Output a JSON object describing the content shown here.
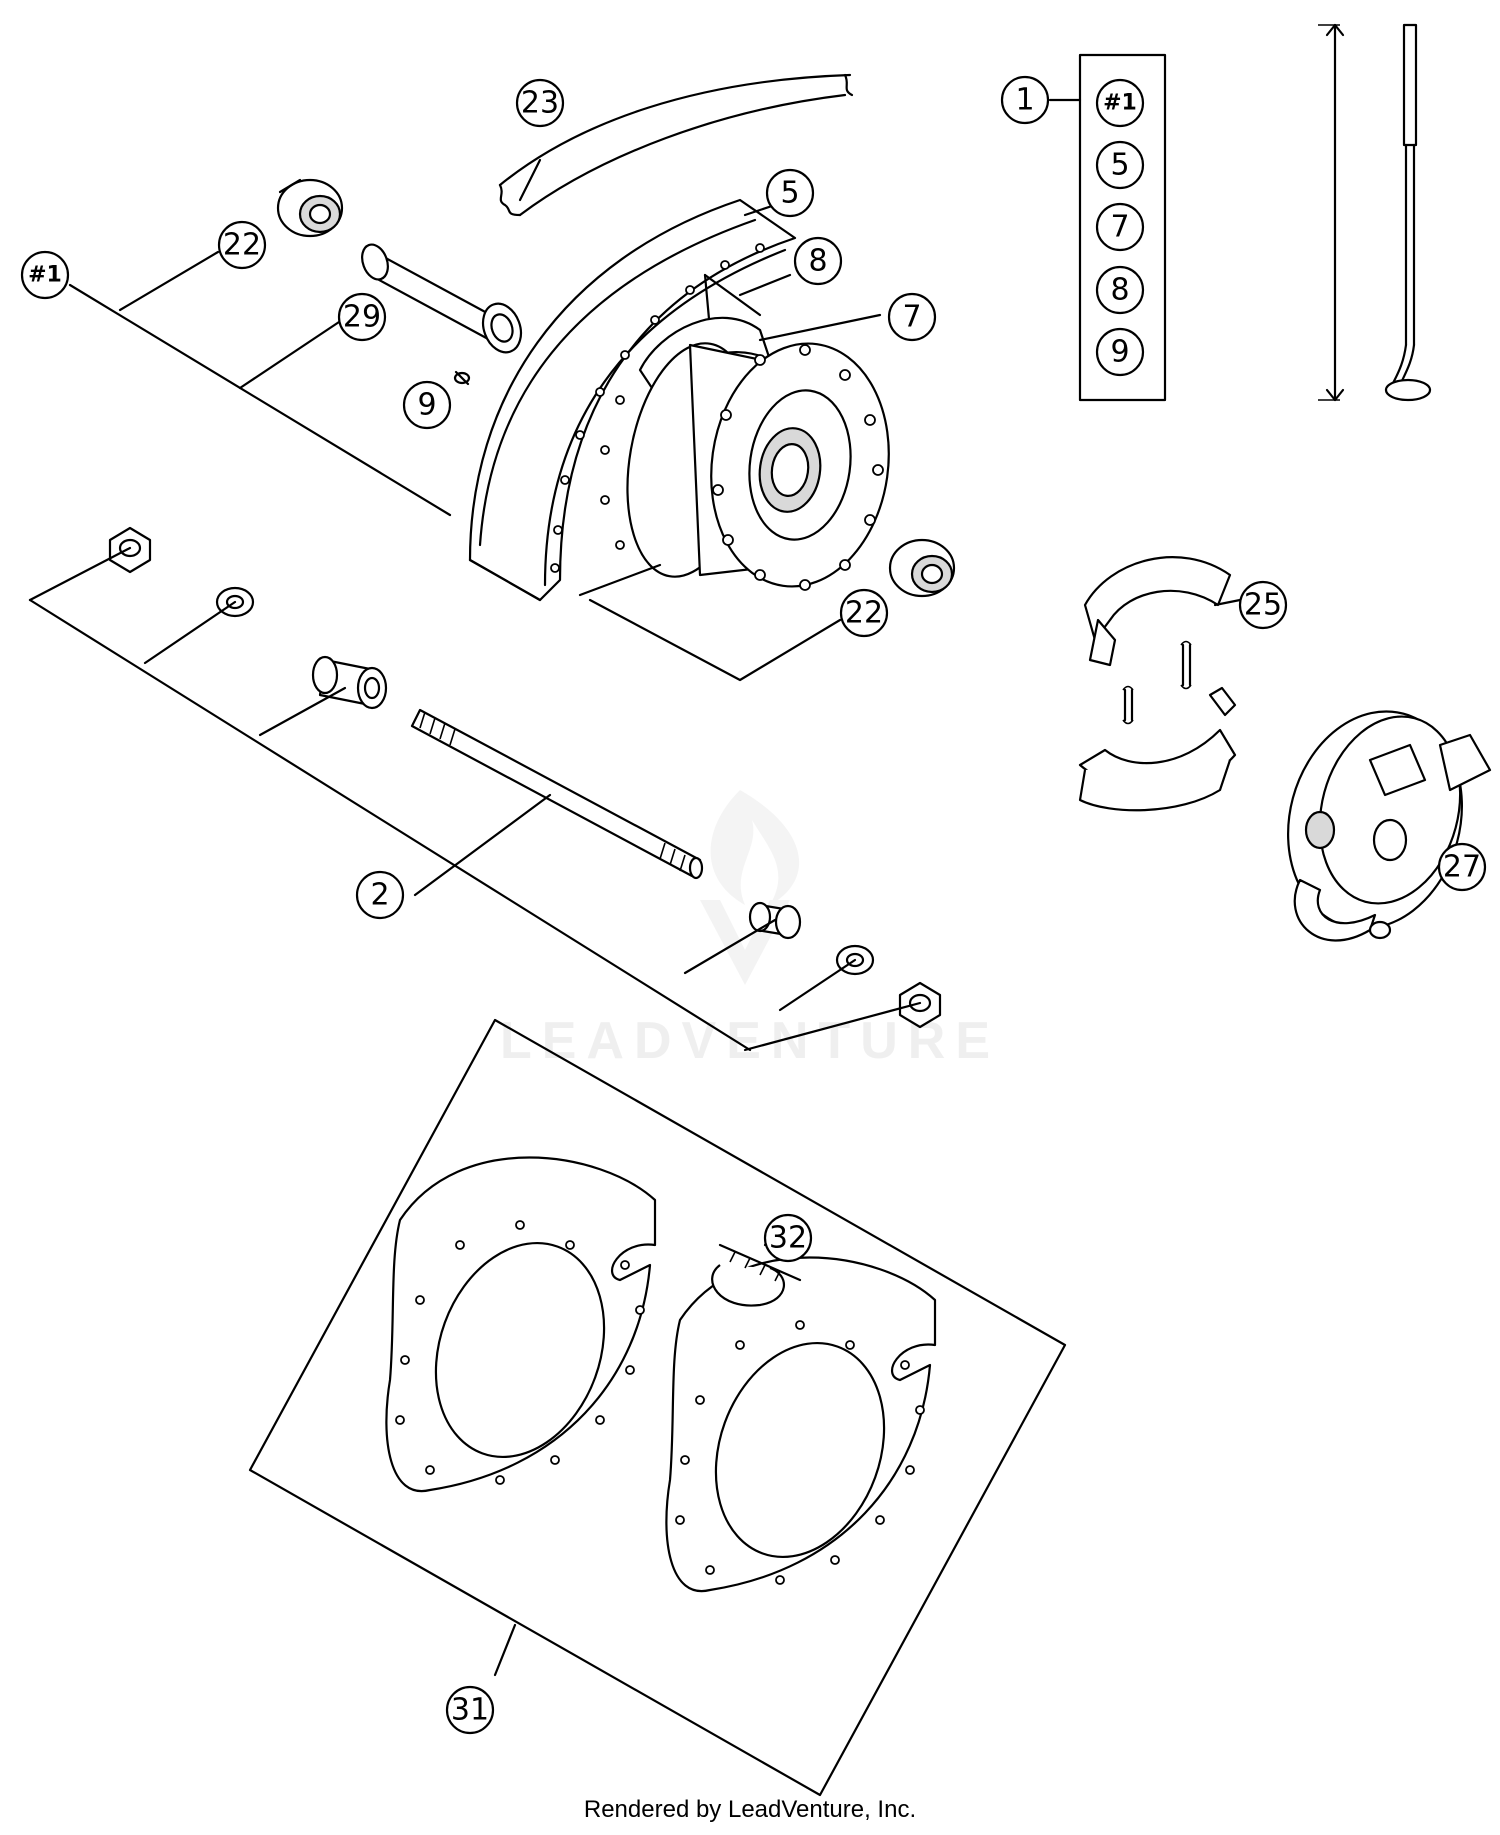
{
  "watermark": {
    "logo_text": "LEADVENTURE"
  },
  "callouts": {
    "c23": "23",
    "c22_top": "22",
    "c22_bottom": "22",
    "c29": "29",
    "c9_left": "9",
    "c5_rim": "5",
    "c8_spoke": "8",
    "c7_hub": "7",
    "c1_kit": "#1",
    "c2_axle": "2",
    "c25": "25",
    "c27": "27",
    "c31": "31",
    "c32": "32"
  },
  "kit_legend": {
    "parent": "1",
    "items": [
      "#1",
      "5",
      "7",
      "8",
      "9"
    ]
  },
  "footer_text": "Rendered by LeadVenture, Inc."
}
